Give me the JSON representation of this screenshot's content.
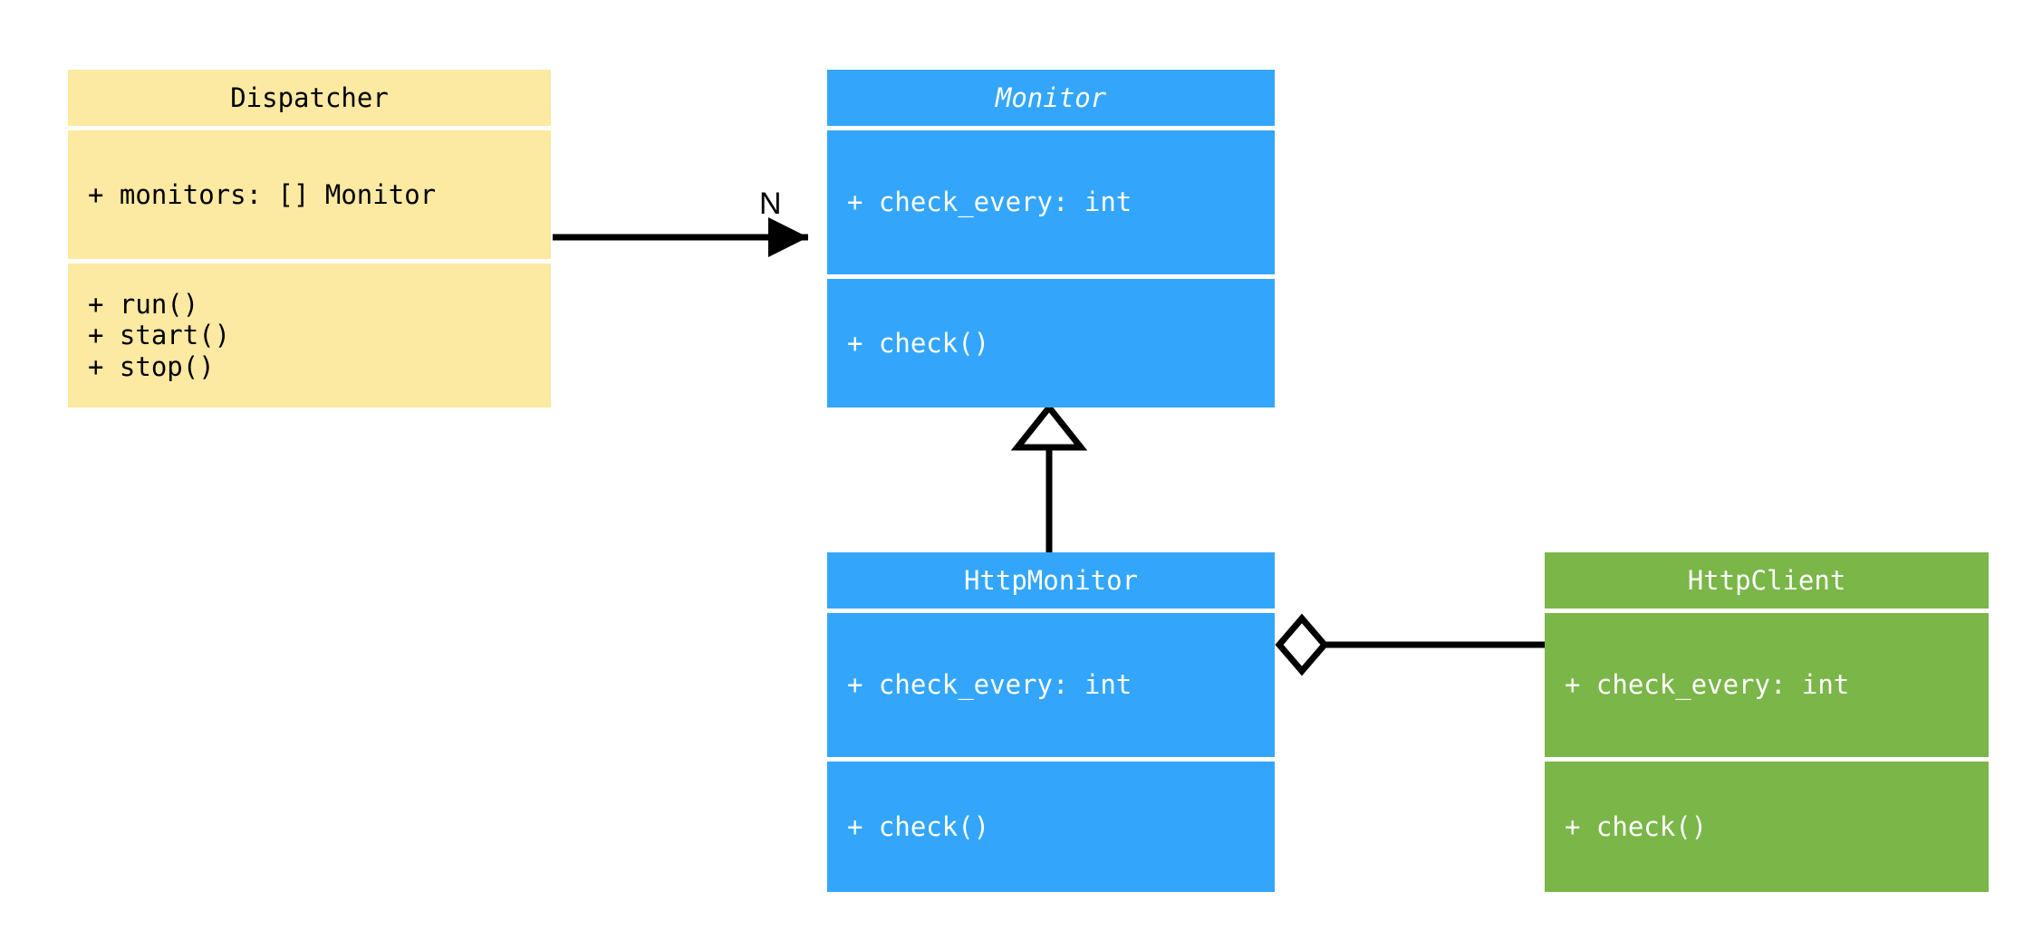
{
  "diagram": {
    "type": "uml-class-diagram",
    "background": "#ffffff",
    "colors": {
      "dispatcher_fill": "#fce9a2",
      "monitor_fill": "#33a6fc",
      "http_monitor_fill": "#33a6fc",
      "http_client_fill": "#7ab648",
      "line": "#000000",
      "dark_text": "#000000",
      "light_text": "#ffffff"
    }
  },
  "classes": {
    "dispatcher": {
      "name": "Dispatcher",
      "abstract": false,
      "attributes": [
        "+ monitors: [] Monitor"
      ],
      "methods": [
        "+ run()",
        "+ start()",
        "+ stop()"
      ]
    },
    "monitor": {
      "name": "Monitor",
      "abstract": true,
      "attributes": [
        "+ check_every: int"
      ],
      "methods": [
        "+ check()"
      ]
    },
    "http_monitor": {
      "name": "HttpMonitor",
      "abstract": false,
      "attributes": [
        "+ check_every: int"
      ],
      "methods": [
        "+ check()"
      ]
    },
    "http_client": {
      "name": "HttpClient",
      "abstract": false,
      "attributes": [
        "+ check_every: int"
      ],
      "methods": [
        "+ check()"
      ]
    }
  },
  "relationships": {
    "dispatcher_to_monitor": {
      "kind": "association-arrow",
      "from": "Dispatcher",
      "to": "Monitor",
      "label": "N"
    },
    "http_monitor_to_monitor": {
      "kind": "generalization",
      "from": "HttpMonitor",
      "to": "Monitor",
      "label": ""
    },
    "http_monitor_to_http_client": {
      "kind": "aggregation",
      "from": "HttpMonitor",
      "to": "HttpClient",
      "label": ""
    }
  }
}
